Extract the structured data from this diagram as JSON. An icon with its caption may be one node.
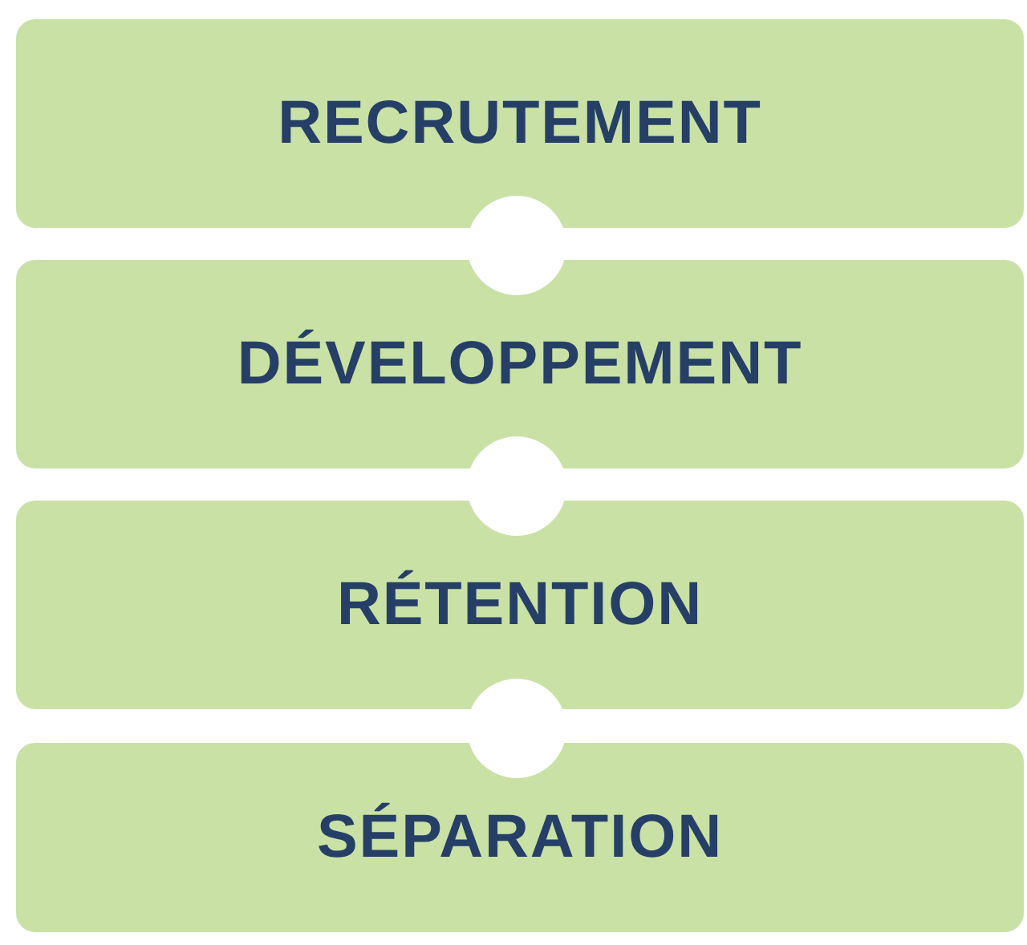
{
  "diagram": {
    "nodes": [
      {
        "text": [
          "RECRUTEMENT"
        ]
      },
      {
        "text": [
          "DÉVELOPPEMENT"
        ]
      },
      {
        "text": [
          "RÉTENTION"
        ]
      },
      {
        "text": [
          "SÉPARATION"
        ]
      }
    ]
  }
}
